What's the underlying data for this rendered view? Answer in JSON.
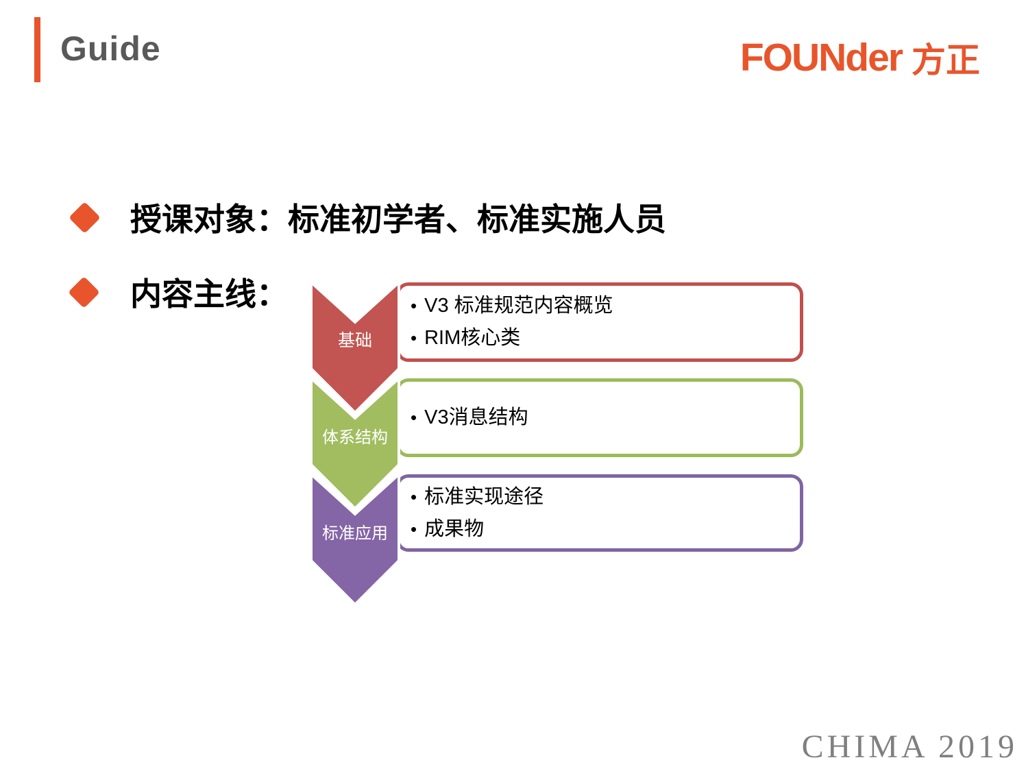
{
  "slide": {
    "title": "Guide",
    "logo": {
      "brand_latin": "FOUNder",
      "brand_cjk": "方正"
    },
    "footer": "CHIMA 2019"
  },
  "bullets": [
    {
      "text": "授课对象：标准初学者、标准实施人员"
    },
    {
      "text": "内容主线："
    }
  ],
  "chevron_list": {
    "bullet_char": "•",
    "steps": [
      {
        "label": "基础",
        "fill": "#C25551",
        "border": "#C0504D",
        "items": [
          "V3 标准规范内容概览",
          "RIM核心类"
        ]
      },
      {
        "label": "体系结构",
        "fill": "#A1BD60",
        "border": "#9BBB59",
        "items": [
          "V3消息结构"
        ]
      },
      {
        "label": "标准应用",
        "fill": "#8465A5",
        "border": "#8064A2",
        "items": [
          "标准实现途径",
          "成果物"
        ]
      }
    ]
  },
  "colors": {
    "accent_orange": "#E8542C",
    "logo_orange": "#E8552B",
    "title_gray": "#595959",
    "footer_gray": "#7F7F7F"
  }
}
